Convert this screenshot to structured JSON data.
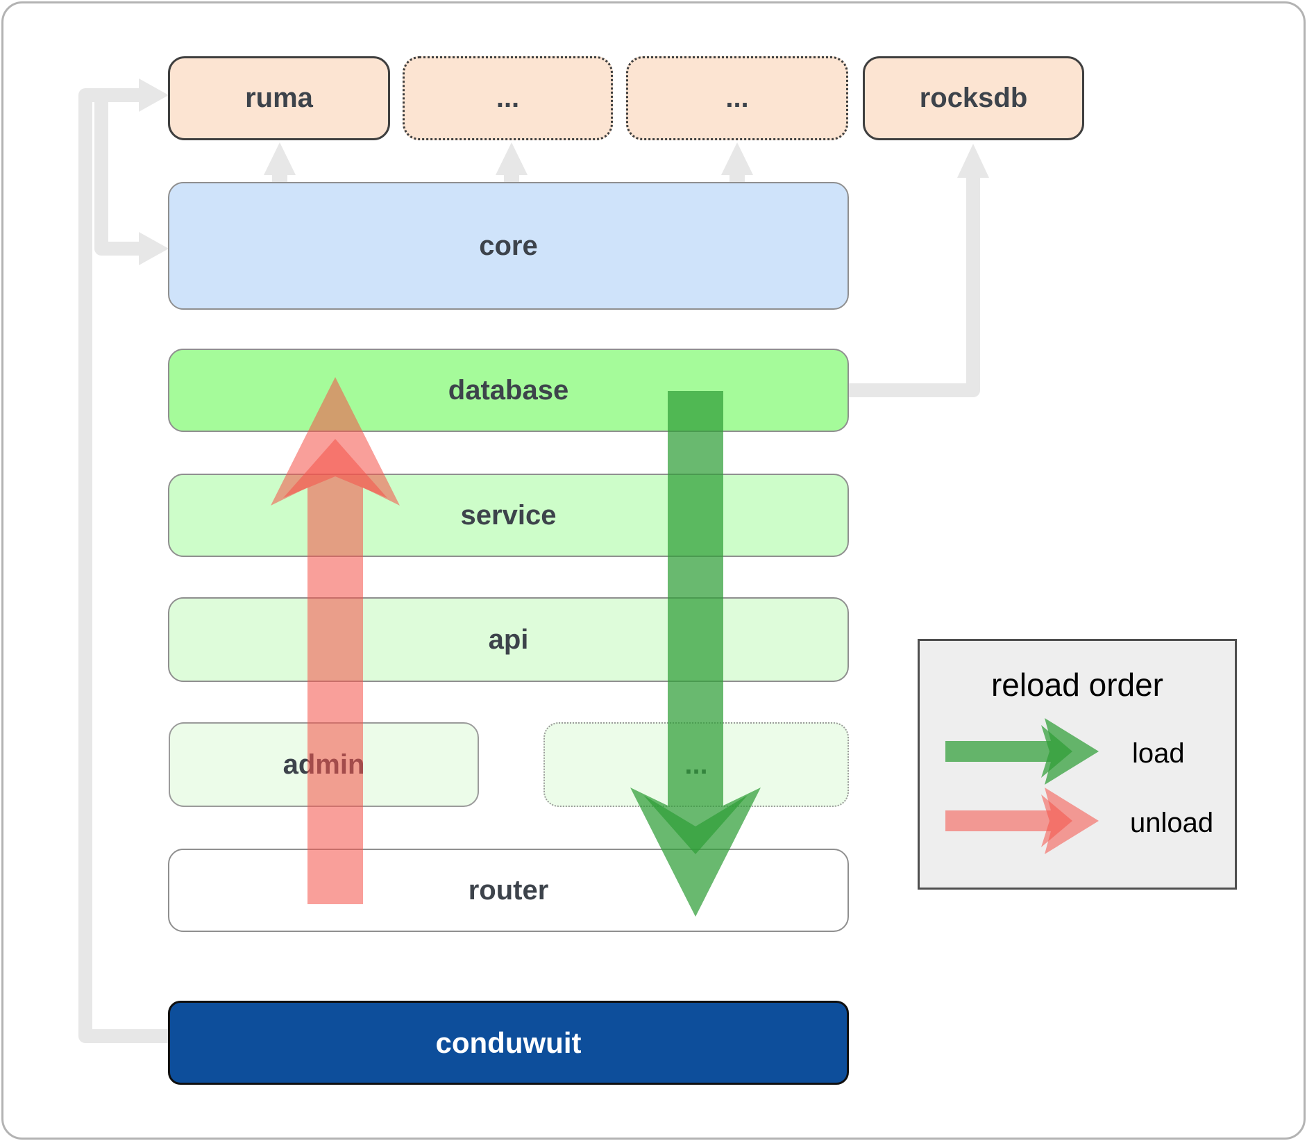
{
  "nodes": {
    "ruma": {
      "label": "ruma"
    },
    "ext_top_1": {
      "label": "..."
    },
    "ext_top_2": {
      "label": "..."
    },
    "rocksdb": {
      "label": "rocksdb"
    },
    "core": {
      "label": "core"
    },
    "database": {
      "label": "database"
    },
    "service": {
      "label": "service"
    },
    "api": {
      "label": "api"
    },
    "admin": {
      "label": "admin"
    },
    "ext_admin": {
      "label": "..."
    },
    "router": {
      "label": "router"
    },
    "conduwuit": {
      "label": "conduwuit"
    }
  },
  "legend": {
    "title": "reload order",
    "items": [
      {
        "name": "load",
        "label": "load",
        "color": "#2f9e38"
      },
      {
        "name": "unload",
        "label": "unload",
        "color": "#f4544b"
      }
    ]
  },
  "colors": {
    "peach": "#fce4d2",
    "core_blue": "#cfe3fa",
    "database_green": "#a5fb9a",
    "service_green": "#cdfdc9",
    "api_green": "#defcda",
    "admin_green": "#ecfce9",
    "conduwuit_blue": "#0d4e9b",
    "connector_gray": "#e7e7e7",
    "load_arrow_green": "#2f9e38",
    "unload_arrow_red": "#f4544b",
    "legend_background": "#eeeeee"
  }
}
